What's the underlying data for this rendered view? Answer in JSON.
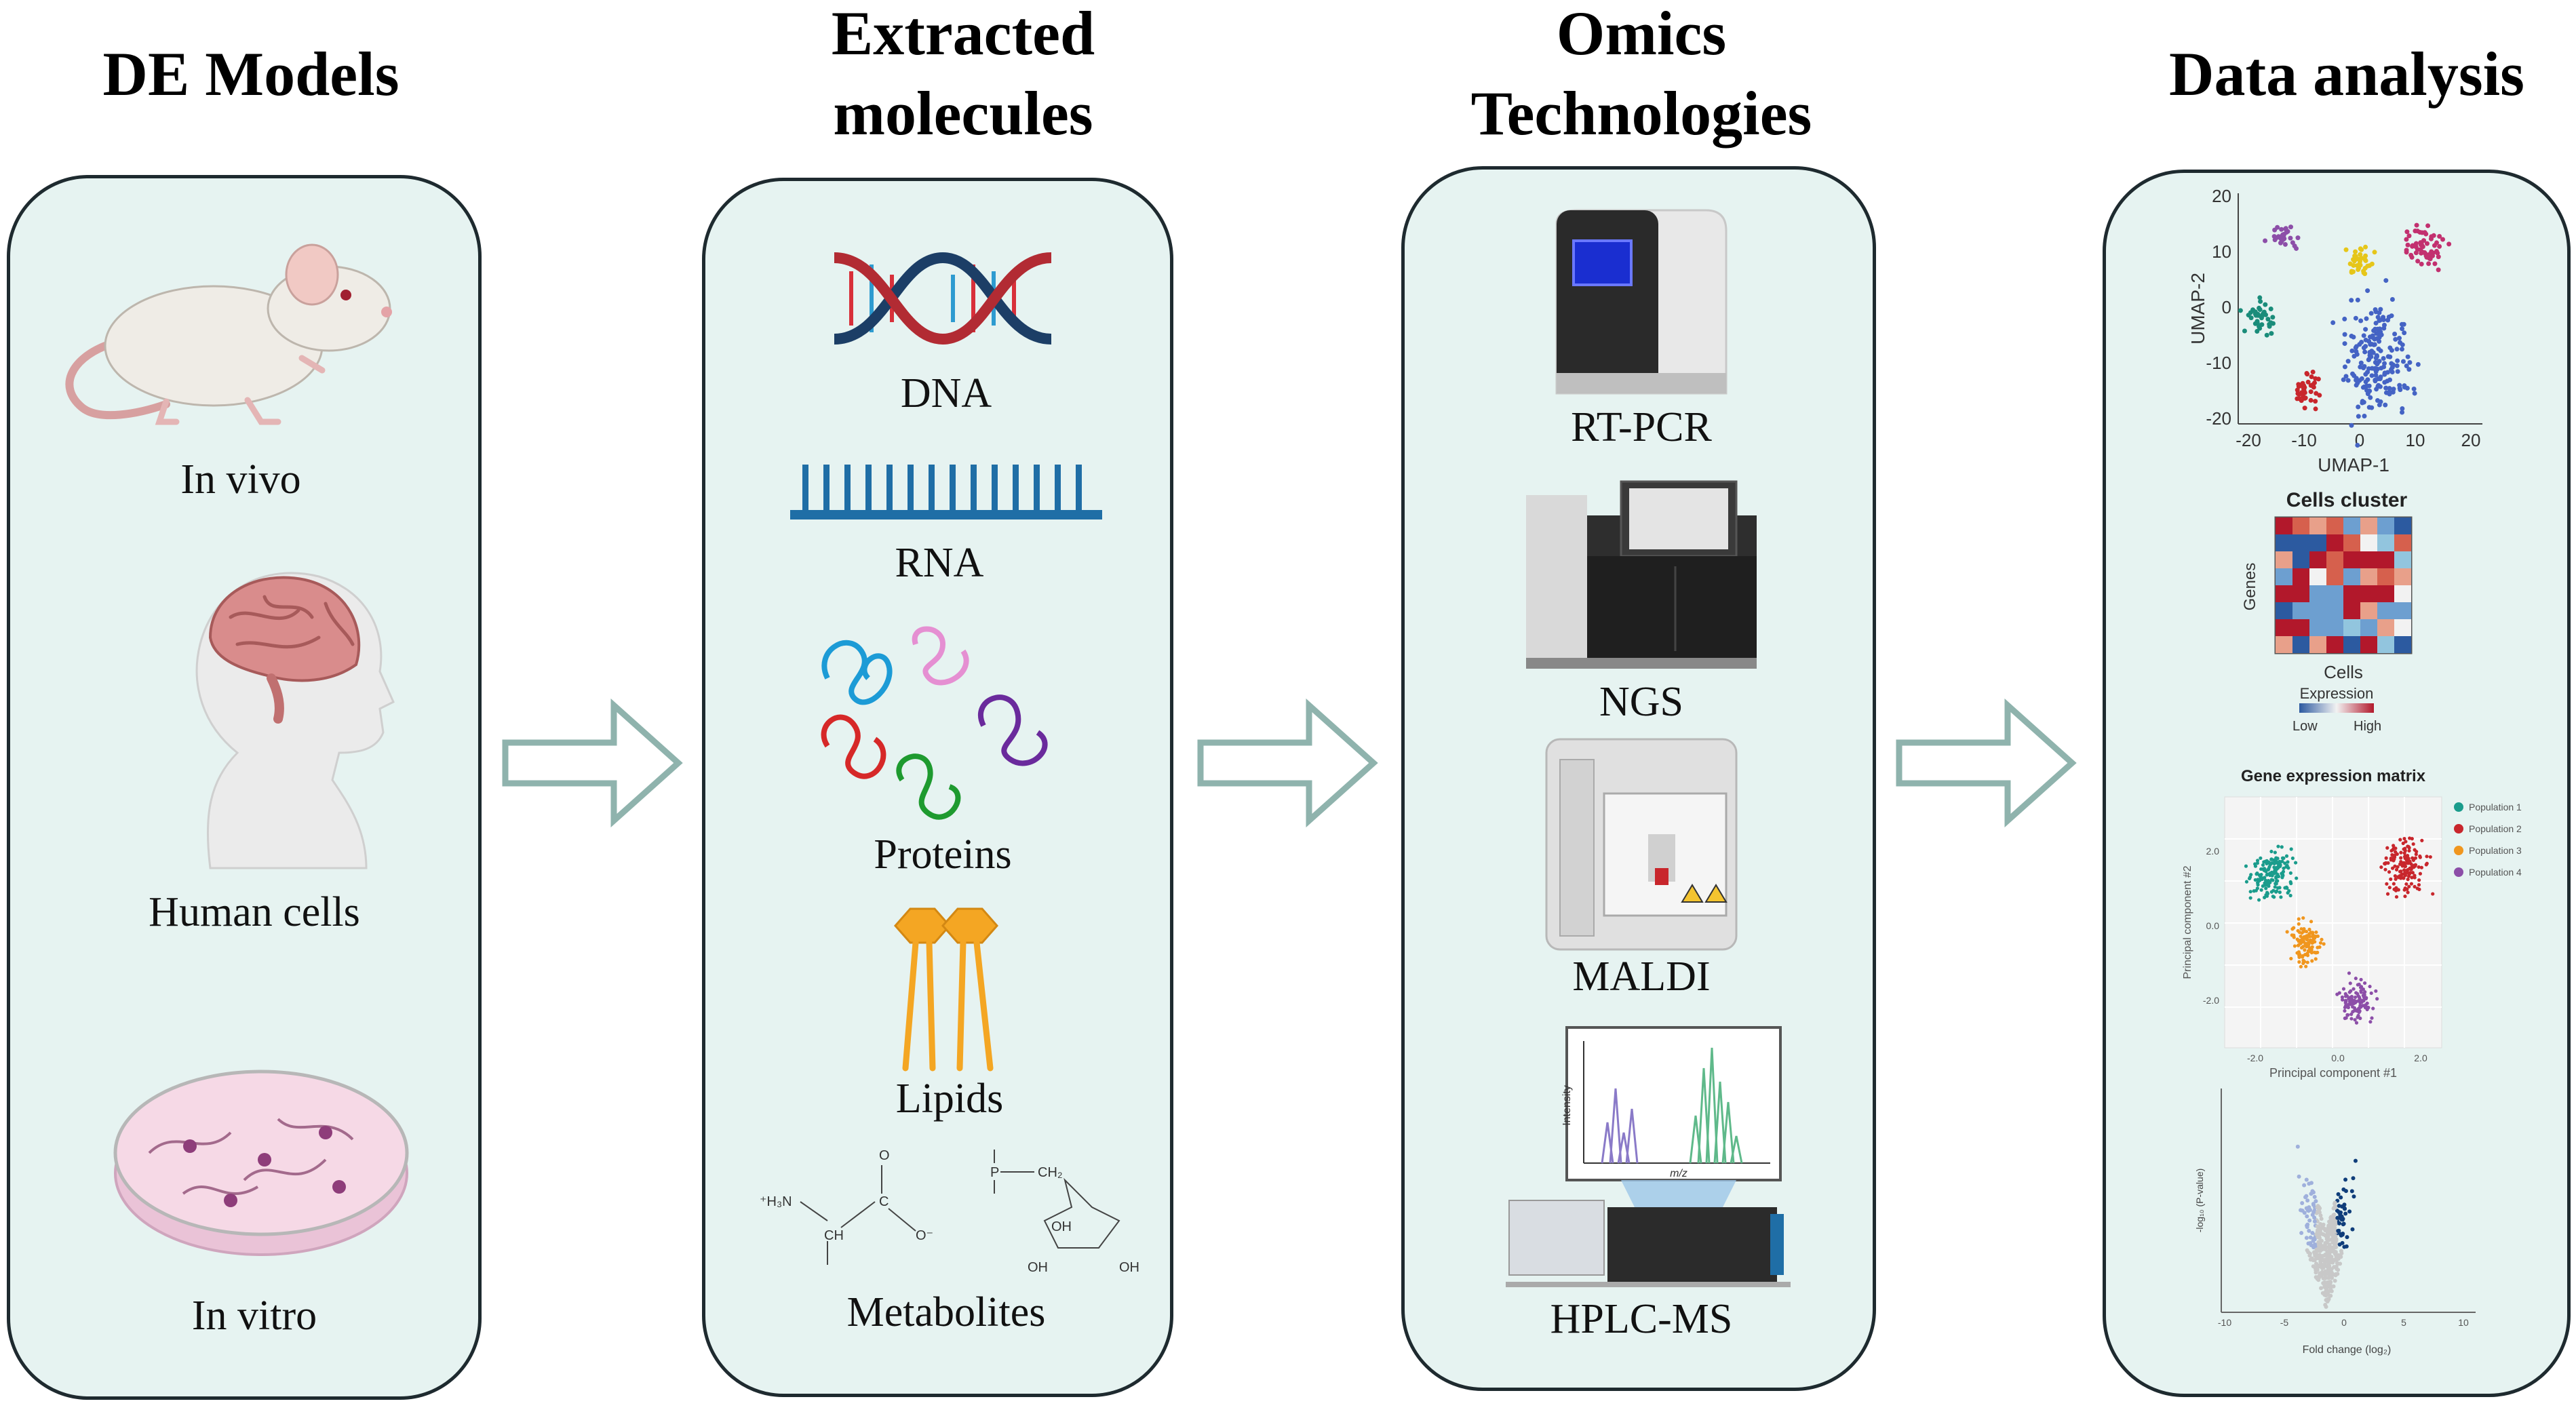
{
  "columns": [
    {
      "heading": "DE Models",
      "items": [
        "In vivo",
        "Human cells",
        "In vitro"
      ]
    },
    {
      "heading": "Extracted molecules",
      "items": [
        "DNA",
        "RNA",
        "Proteins",
        "Lipids",
        "Metabolites"
      ]
    },
    {
      "heading": "Omics Technologies",
      "items": [
        "RT-PCR",
        "NGS",
        "MALDI",
        "HPLC-MS"
      ]
    },
    {
      "heading": "Data analysis"
    }
  ],
  "molecule_labels": {
    "nh3": "⁺H₃N",
    "ch": "CH",
    "c": "C",
    "o_top": "O",
    "o_minus": "O⁻",
    "p": "P",
    "ch2": "CH₂",
    "oh": "OH"
  },
  "ms_plot": {
    "ylabel": "Intensity",
    "xlabel": "m/z"
  },
  "umap": {
    "xlabel": "UMAP-1",
    "ylabel": "UMAP-2",
    "xticks": [
      "-20",
      "-10",
      "0",
      "10",
      "20"
    ],
    "yticks": [
      "20",
      "10",
      "0",
      "-10",
      "-20"
    ]
  },
  "heatmap": {
    "title": "Cells cluster",
    "xlabel": "Cells",
    "ylabel": "Genes",
    "legend_title": "Expression",
    "legend_low": "Low",
    "legend_high": "High"
  },
  "pca": {
    "title": "Gene expression matrix",
    "xlabel": "Principal component #1",
    "ylabel": "Principal component #2",
    "xticks": [
      "-2.0",
      "0.0",
      "2.0"
    ],
    "yticks": [
      "2.0",
      "0.0",
      "-2.0"
    ],
    "legend": [
      {
        "name": "Population 1",
        "color": "#1a9c8c"
      },
      {
        "name": "Population 2",
        "color": "#c8262c"
      },
      {
        "name": "Population 3",
        "color": "#f0961e"
      },
      {
        "name": "Population 4",
        "color": "#8c4ea8"
      }
    ]
  },
  "volcano": {
    "xlabel": "Fold change (log₂)",
    "ylabel": "-log₁₀ (P-value)",
    "xticks": [
      "-10",
      "-5",
      "0",
      "5",
      "10"
    ]
  },
  "colors": {
    "panel_fill": "#e6f3f1",
    "panel_border": "#1e2a2f",
    "arrow": "#8fb3ad"
  }
}
